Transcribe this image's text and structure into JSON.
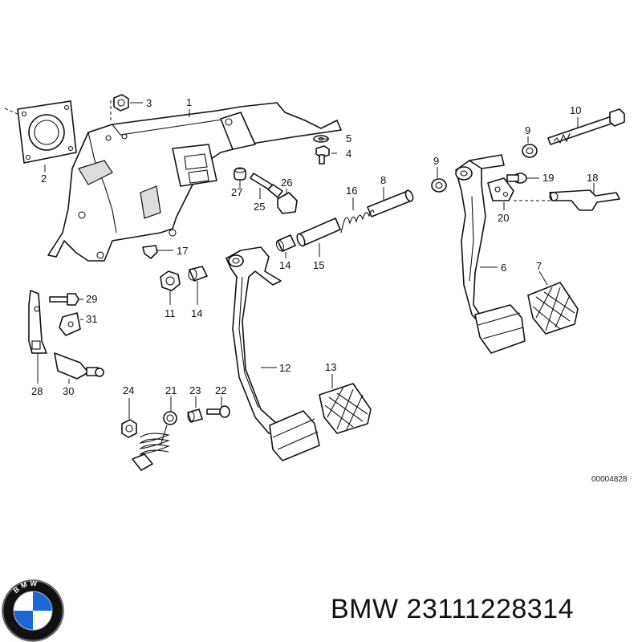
{
  "diagram": {
    "reference_number": "00004828",
    "callouts": [
      "1",
      "2",
      "3",
      "4",
      "5",
      "6",
      "7",
      "8",
      "9",
      "9",
      "10",
      "11",
      "12",
      "13",
      "14",
      "14",
      "15",
      "16",
      "17",
      "18",
      "19",
      "20",
      "21",
      "22",
      "23",
      "24",
      "25",
      "26",
      "27",
      "28",
      "29",
      "30",
      "31"
    ]
  },
  "footer": {
    "brand": "BMW",
    "part_number": "23111228314"
  },
  "logo": {
    "text": "BMW",
    "colors": {
      "blue": "#1c69d4",
      "white": "#ffffff",
      "ring": "#111111"
    }
  }
}
